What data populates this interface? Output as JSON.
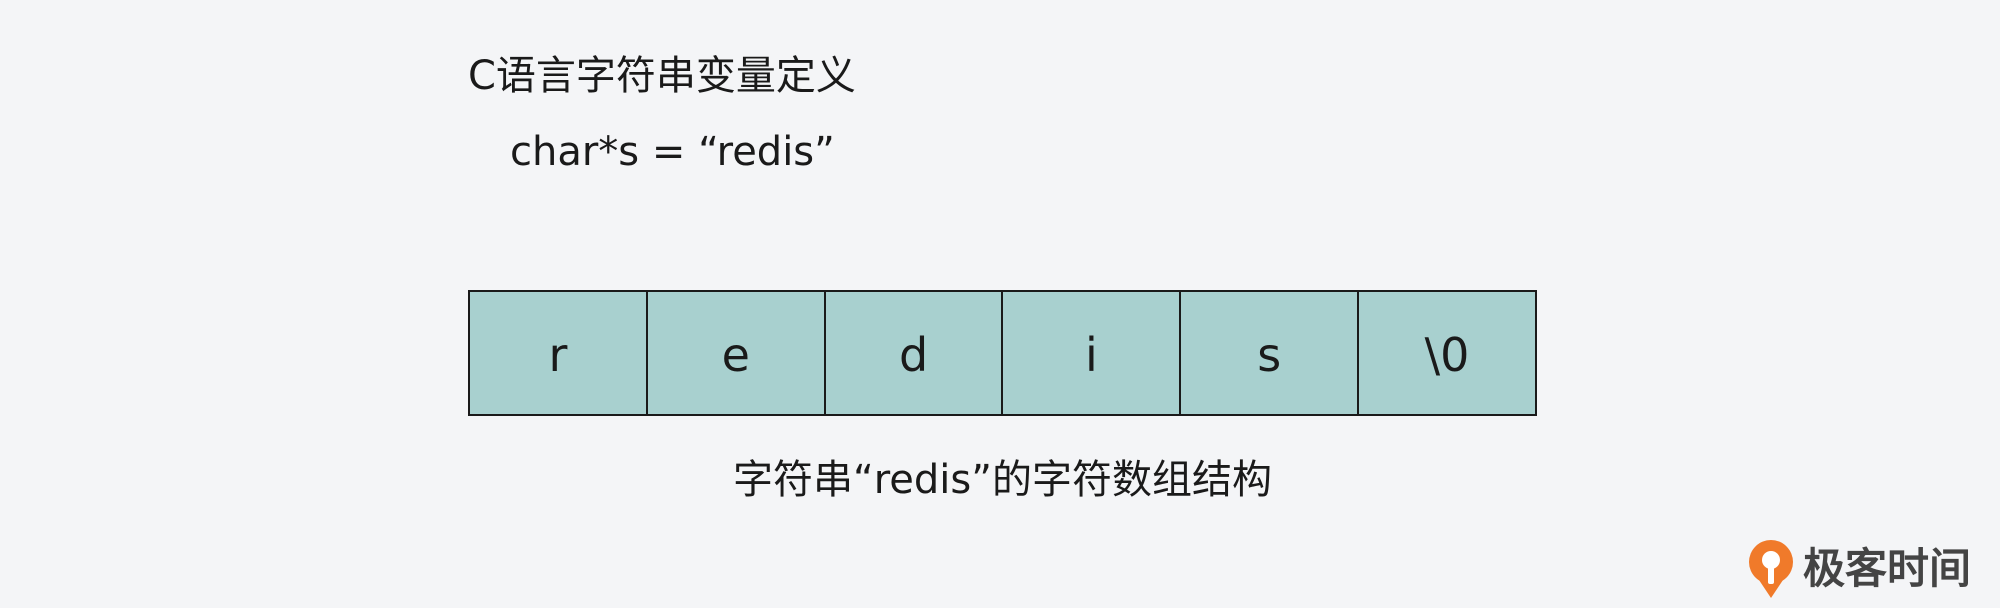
{
  "heading": "C语言字符串变量定义",
  "code": "char*s = “redis”",
  "array": {
    "cells": [
      "r",
      "e",
      "d",
      "i",
      "s",
      "\\0"
    ]
  },
  "caption": "字符串“redis”的字符数组结构",
  "logo": {
    "text": "极客时间",
    "icon": "geektime-logo-icon",
    "color": "#f07a2a"
  },
  "colors": {
    "background": "#f4f5f7",
    "cell_fill": "#a8d0cf",
    "border": "#1a1a1a"
  }
}
